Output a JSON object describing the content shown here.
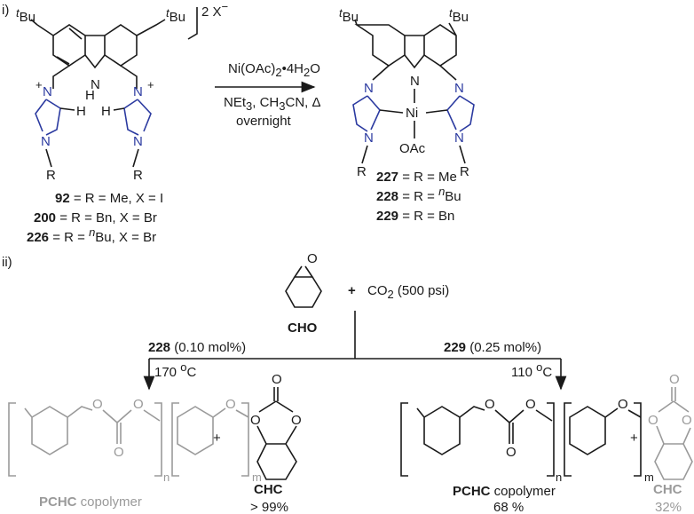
{
  "part_i": {
    "label": "i)",
    "reactant": {
      "substituent_left": "Bu",
      "substituent_right": "Bu",
      "tert_prefix": "t",
      "charge": "2 X",
      "charge_minus": "−",
      "plus": "+",
      "N": "N",
      "NH": "H",
      "H": "H",
      "R": "R",
      "labels": [
        {
          "num": "92",
          "text": " = R = Me, X = I"
        },
        {
          "num": "200",
          "text": " = R = Bn, X = Br"
        },
        {
          "num": "226",
          "text": " = R = ",
          "sup": "n",
          "tail": "Bu, X = Br"
        }
      ]
    },
    "conditions": {
      "line1": "Ni(OAc)",
      "line1_sub": "2",
      "line1_tail": "•4H",
      "line1_sub2": "2",
      "line1_end": "O",
      "line2": "NEt",
      "line2_sub": "3",
      "line2_tail": ", CH",
      "line2_sub2": "3",
      "line2_end": "CN, Δ",
      "line3": "overnight"
    },
    "product": {
      "Ni": "Ni",
      "OAc": "OAc",
      "R": "R",
      "N": "N",
      "labels": [
        {
          "num": "227",
          "text": " = R = Me"
        },
        {
          "num": "228",
          "text": " = R = ",
          "sup": "n",
          "tail": "Bu"
        },
        {
          "num": "229",
          "text": " = R = Bn"
        }
      ]
    }
  },
  "part_ii": {
    "label": "ii)",
    "epoxide_label": "CHO",
    "O": "O",
    "plus": "+",
    "co2_text": "CO",
    "co2_sub": "2",
    "co2_tail": " (500 psi)",
    "left_branch": {
      "catalyst": "228",
      "loading": " (0.10 mol%)",
      "temperature": "170 ",
      "temp_sup": "o",
      "temp_unit": "C"
    },
    "right_branch": {
      "catalyst": "229",
      "loading": " (0.25 mol%)",
      "temperature": "110 ",
      "temp_sup": "o",
      "temp_unit": "C"
    },
    "left_products": {
      "polymer_label_bold": "PCHC",
      "polymer_label_rest": " copolymer",
      "n": "n",
      "m": "m",
      "plus": "+",
      "carbonate_label": "CHC",
      "carbonate_yield": "> 99%"
    },
    "right_products": {
      "polymer_label_bold": "PCHC",
      "polymer_label_rest": " copolymer",
      "polymer_yield": "68 %",
      "n": "n",
      "m": "m",
      "plus": "+",
      "carbonate_label": "CHC",
      "carbonate_yield": "32%"
    },
    "colors": {
      "active": "#1a1a1a",
      "inactive": "#9a9a9a",
      "nitrogen": "#2b3aa0"
    }
  }
}
